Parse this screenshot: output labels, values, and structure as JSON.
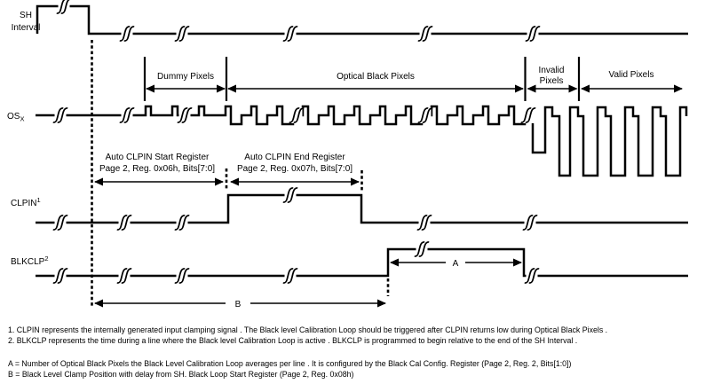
{
  "diagram": {
    "signals": {
      "sh": {
        "l1": "SH",
        "l2": "Interval"
      },
      "osx": {
        "base": "OS",
        "sub": "X"
      },
      "clpin": {
        "base": "CLPIN",
        "sup": "1"
      },
      "blkclp": {
        "base": "BLKCLP",
        "sup": "2"
      }
    },
    "regions": {
      "dummy": {
        "label": "Dummy Pixels"
      },
      "optical": {
        "label": "Optical Black Pixels"
      },
      "invalid": {
        "l1": "Invalid",
        "l2": "Pixels"
      },
      "valid": {
        "label": "Valid Pixels"
      }
    },
    "registers": {
      "start": {
        "l1": "Auto CLPIN Start Register",
        "l2": "Page 2, Reg. 0x06h, Bits[7:0]"
      },
      "end": {
        "l1": "Auto CLPIN End Register",
        "l2": "Page 2, Reg. 0x07h, Bits[7:0]"
      }
    },
    "markers": {
      "a": "A",
      "b": "B"
    },
    "icons": {
      "line_break_symbol": "ſſ"
    }
  },
  "footnotes": {
    "note1": "1. CLPIN represents the internally generated input clamping signal .  The Black level Calibration Loop should be triggered after CLPIN returns low during Optical Black Pixels .",
    "note2": "2. BLKCLP represents the time during a line where the Black level Calibration Loop is active .  BLKCLP is programmed to begin relative to the end of the SH Interval .",
    "noteA": "A = Number of Optical Black Pixels the Black Level Calibration Loop averages per line .  It is configured by the Black Cal Config. Register (Page 2, Reg. 2, Bits[1:0])",
    "noteB": "B = Black Level Clamp Position with delay from SH.  Black Loop Start Register (Page 2, Reg. 0x08h)"
  },
  "colors": {
    "line": "#000000",
    "background": "#ffffff"
  }
}
